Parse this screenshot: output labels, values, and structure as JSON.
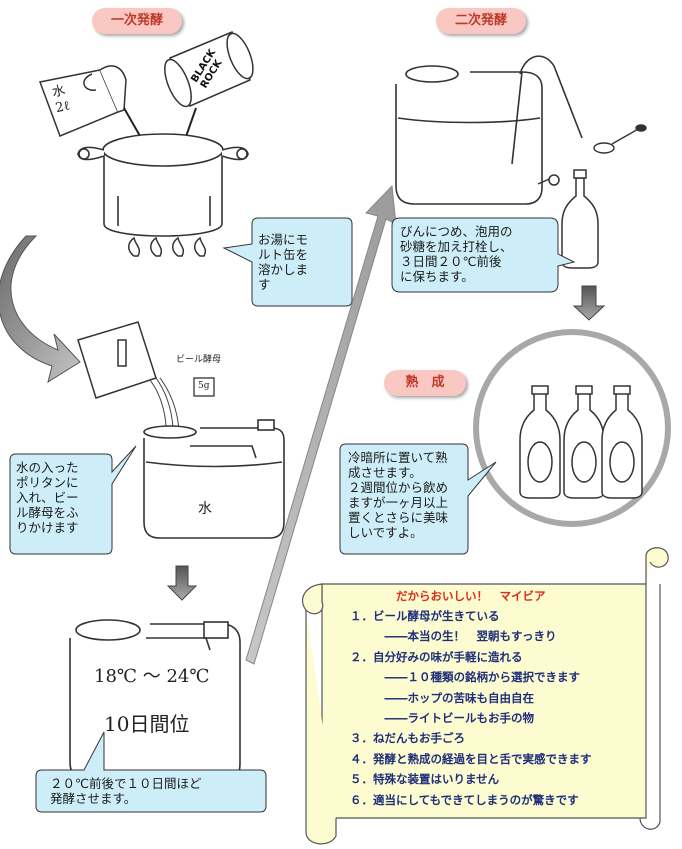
{
  "labels": {
    "primary_fermentation": "一次発酵",
    "secondary_fermentation": "二次発酵",
    "maturation": "熟　成"
  },
  "drawing_text": {
    "pitcher": "水\n2ℓ",
    "can": "BLACK\nROCK",
    "yeast_pack": "ビール酵母",
    "yeast_small": "5g",
    "tank_water": "水",
    "temperature": "18℃ ～ 24℃",
    "duration": "10日間位"
  },
  "bubbles": {
    "dissolve": "お湯にモ\nルト缶を\n溶かしま\nす",
    "yeast": "水の入った\nポリタンに\n入れ、ビー\nル酵母をふ\nりかけます",
    "ferment": "２０℃前後で１０日間ほど\n発酵させます。",
    "bottle": "びんにつめ、泡用の\n砂糖を加え打栓し、\n３日間２０℃前後\nに保ちます。",
    "mature": "冷暗所に置いて熟\n成させます。\n２週間位から飲め\nますが一ヶ月以上\n置くとさらに美味\nしいですよ。"
  },
  "scroll": {
    "title": "だからおいしい！　マイビア",
    "lines": [
      "１．ビール酵母が生きている",
      "　　　――本当の生！　翌朝もすっきり",
      "２．自分好みの味が手軽に造れる",
      "　　　――１０種類の銘柄から選択できます",
      "　　　――ホップの苦味も自由自在",
      "　　　――ライトビールもお手の物",
      "３．ねだんもお手ごろ",
      "４．発酵と熟成の経過を目と舌で実感できます",
      "５．特殊な装置はいりません",
      "６．適当にしてもできてしまうのが驚きです"
    ]
  },
  "colors": {
    "label_bg": "#f9c8c2",
    "label_text": "#c0392b",
    "bubble_bg": "#cdeef8",
    "scroll_bg": "#fdfbd0",
    "scroll_title": "#e0291b",
    "scroll_text": "#1f2f7a",
    "arrow_gray": "#9a9a9a"
  }
}
